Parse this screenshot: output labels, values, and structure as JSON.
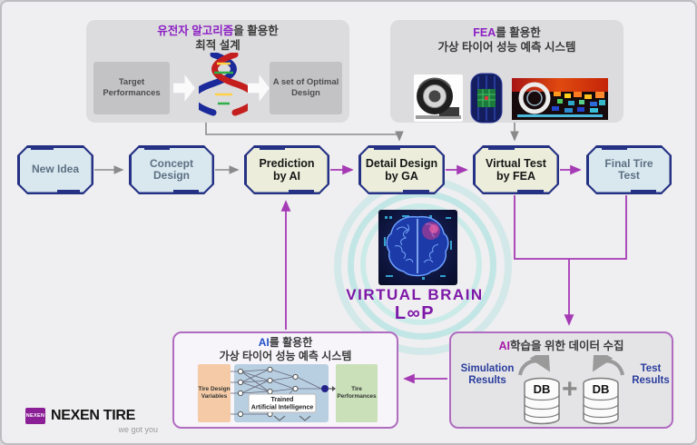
{
  "ga_panel": {
    "title_highlight": "유전자 알고리즘",
    "title_suffix": "을 활용한",
    "title_line2": "최적 설계",
    "input_label": "Target Performances",
    "output_label": "A set of Optimal Design"
  },
  "fea_panel": {
    "title_highlight": "FEA",
    "title_suffix": "를 활용한",
    "title_line2": "가상 타이어 성능 예측 시스템"
  },
  "flow": {
    "nodes": [
      {
        "label": "New Idea"
      },
      {
        "label": "Concept Design"
      },
      {
        "label": "Prediction by AI"
      },
      {
        "label": "Detail Design by GA"
      },
      {
        "label": "Virtual Test by FEA"
      },
      {
        "label": "Final Tire Test"
      }
    ]
  },
  "center": {
    "title_line1": "VIRTUAL BRAIN",
    "title_line2": "L∞P"
  },
  "ai_panel": {
    "title_highlight": "AI",
    "title_suffix": "를 활용한",
    "title_line2": "가상 타이어 성능 예측 시스템",
    "input_label": "Tire Design Variables",
    "nn_label_line1": "Trained",
    "nn_label_line2": "Artificial Intelligence",
    "output_label": "Tire Performances"
  },
  "data_panel": {
    "title_highlight": "AI",
    "title_suffix": " 학습을 위한 데이터 수집",
    "sim_line1": "Simulation",
    "sim_line2": "Results",
    "db_label": "DB",
    "plus": "+",
    "test_line1": "Test",
    "test_line2": "Results"
  },
  "logo": {
    "mark": "NEXEN",
    "name": "NEXEN TIRE",
    "tagline": "we got you"
  },
  "icons": {
    "dna": "dna-double-helix-icon",
    "tire_photo": "tire-photo-icon",
    "fea_mesh": "fea-mesh-tire-icon",
    "heatmap": "fea-simulation-heatmap-icon",
    "brain": "digital-brain-icon",
    "db": "database-cylinder-icon",
    "hook_arrow": "curved-hook-arrow-icon",
    "plus": "plus-icon",
    "block_arrow": "hollow-right-arrow-icon"
  },
  "colors": {
    "background": "#efeef0",
    "panel_gray": "#dcdbdd",
    "node_navy_border": "#243184",
    "node_blue_fill": "#d9e8ef",
    "node_cream_fill": "#eceedb",
    "arrow_gray": "#8a8a8a",
    "arrow_purple": "#a53ab5",
    "title_purple": "#8b1fc4",
    "title_blue": "#2050c8",
    "title_magenta": "#a819a8",
    "loop_text_purple": "#7d18a8",
    "results_blue": "#2b3f9e",
    "glow_teal": "#64d7cd",
    "panel_border_purple": "#b06cc0",
    "logo_purple": "#8a1f96"
  }
}
